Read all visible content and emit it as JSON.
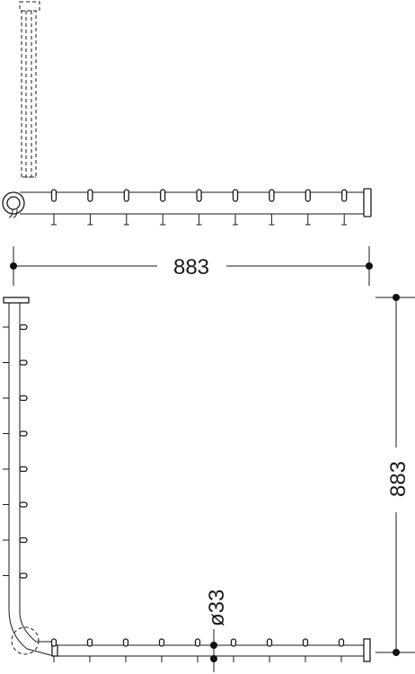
{
  "diagram": {
    "dimensions": {
      "top_width": "883",
      "right_height": "883",
      "tube_diameter": "ø33"
    },
    "colors": {
      "line": "#1a1a1a",
      "background": "#ffffff"
    }
  }
}
